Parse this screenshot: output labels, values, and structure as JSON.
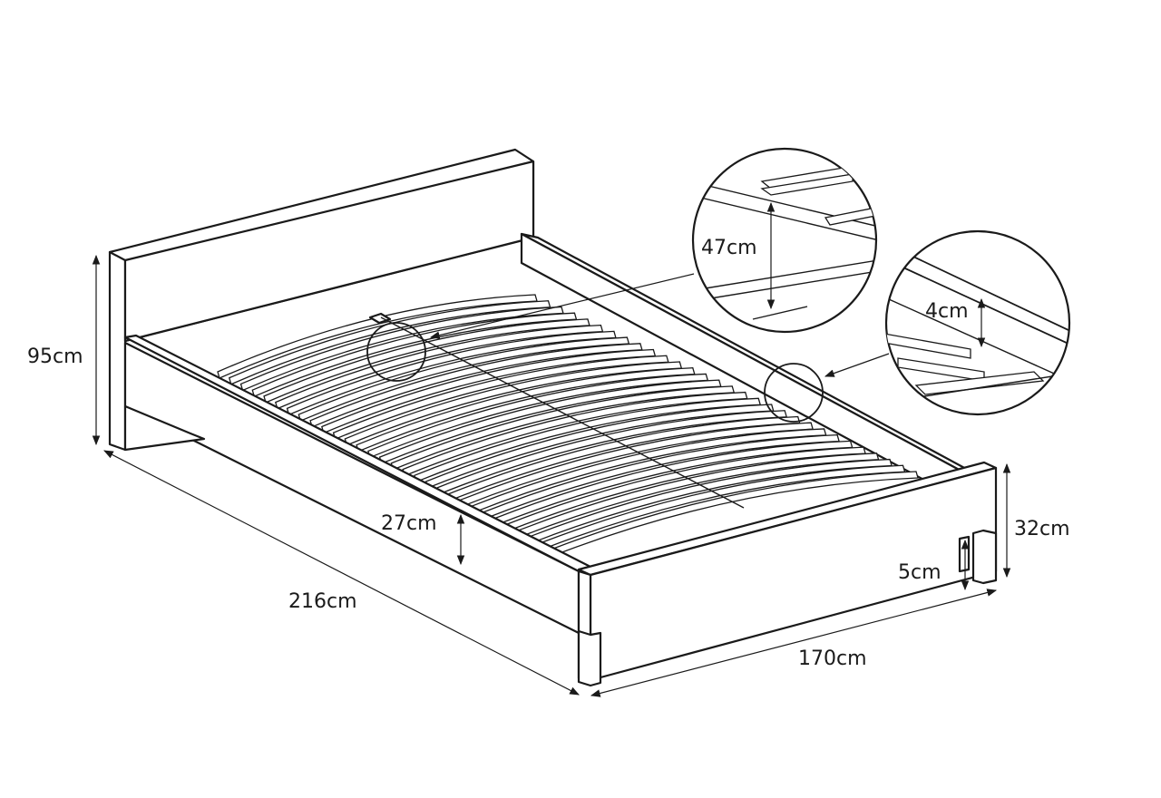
{
  "dimensions": {
    "headboard_height": "95cm",
    "length": "216cm",
    "width": "170cm",
    "side_rail_height": "27cm",
    "footboard_height": "32cm",
    "leg_clearance": "5cm",
    "slat_height": "47cm",
    "slat_gap": "4cm"
  }
}
